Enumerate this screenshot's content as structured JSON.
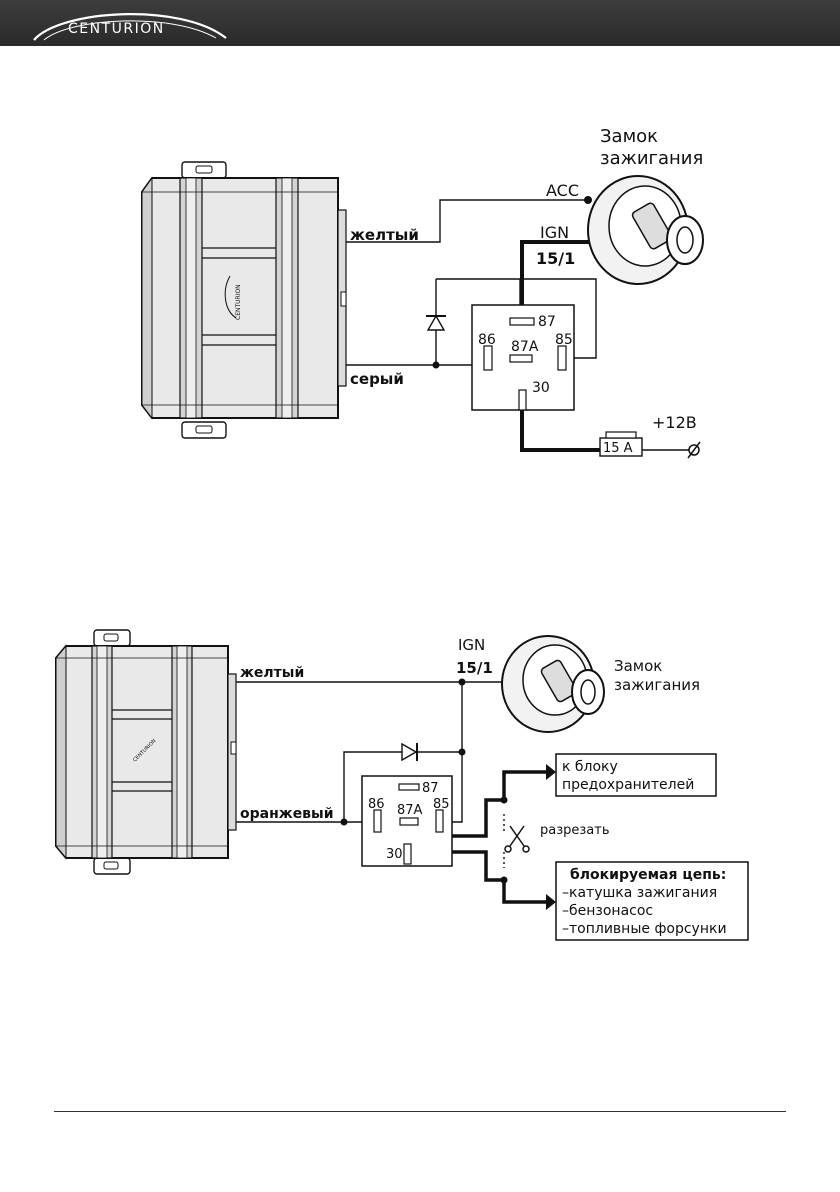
{
  "header": {
    "brand": "CENTURION"
  },
  "diagram_top": {
    "unit_logo": "CENTURION",
    "ignition_lock_title_line1": "Замок",
    "ignition_lock_title_line2": "зажигания",
    "acc": "ACC",
    "ign": "IGN",
    "ign_terminal": "15/1",
    "wire_yellow": "желтый",
    "wire_gray": "серый",
    "pin_86": "86",
    "pin_87": "87",
    "pin_87a": "87A",
    "pin_85": "85",
    "pin_30": "30",
    "power": "+12В",
    "fuse": "15 A"
  },
  "diagram_bottom": {
    "unit_logo": "CENTURION",
    "ign": "IGN",
    "ign_terminal": "15/1",
    "ignition_lock_title_line1": "Замок",
    "ignition_lock_title_line2": "зажигания",
    "wire_yellow": "желтый",
    "wire_orange": "оранжевый",
    "pin_86": "86",
    "pin_87": "87",
    "pin_87a": "87A",
    "pin_85": "85",
    "pin_30": "30",
    "fuse_block_line1": "к блоку",
    "fuse_block_line2": "предохранителей",
    "cut_label": "разрезать",
    "blocked_title": "блокируемая цепь:",
    "blocked_items": [
      "–катушка зажигания",
      "–бензонасос",
      "–топливные форсунки"
    ]
  }
}
